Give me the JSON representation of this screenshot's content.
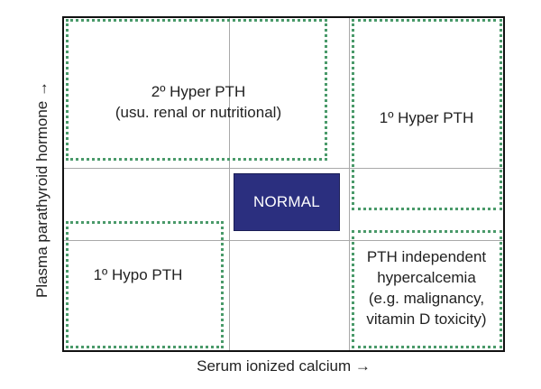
{
  "axes": {
    "x_label": "Serum ionized calcium →",
    "y_label": "Plasma parathyroid hormone →"
  },
  "regions": {
    "secondary_hyper_pth": {
      "line1": "2º Hyper PTH",
      "line2": "(usu. renal or nutritional)"
    },
    "primary_hyper_pth": {
      "line1": "1º Hyper PTH"
    },
    "normal": {
      "label": "NORMAL"
    },
    "primary_hypo_pth": {
      "line1": "1º Hypo PTH"
    },
    "pth_independent": {
      "line1": "PTH independent",
      "line2": "hypercalcemia",
      "line3": "(e.g. malignancy,",
      "line4": "vitamin D toxicity)"
    }
  },
  "colors": {
    "frame": "#111111",
    "grid": "#a9a9a9",
    "region_border": "#4a9a6a",
    "normal_fill": "#2b2f7f",
    "normal_text": "#ffffff"
  }
}
